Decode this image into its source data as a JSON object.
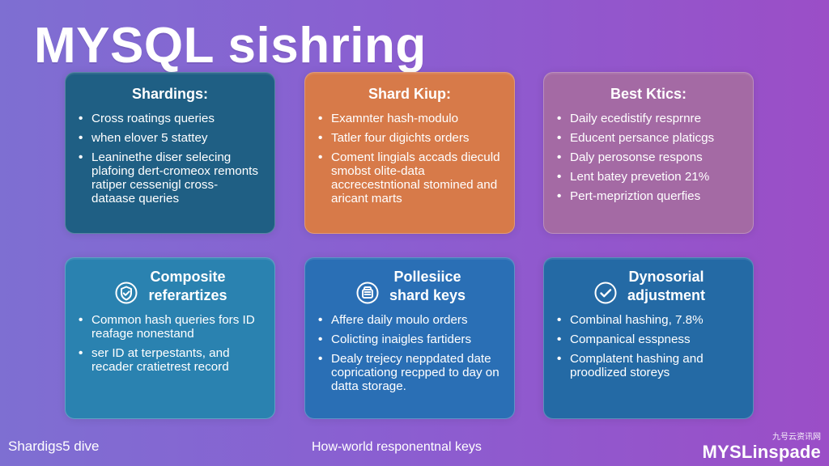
{
  "header": {
    "title": "MYSQL sishring"
  },
  "colors": {
    "card_1": "#1f5f84",
    "card_2": "#d77a49",
    "card_3": "#a46aa4",
    "card_4": "#2a82b0",
    "card_5": "#2a6fb5",
    "card_6": "#246aa5"
  },
  "cards": [
    {
      "title": "Shardings:",
      "bullets": [
        "Cross roatings queries",
        "when elover 5 stattey",
        "Leaninethe diser selecing plafoing dert-cromeox remonts ratiper cessenigl cross-dataase queries"
      ]
    },
    {
      "title": "Shard Kiup:",
      "bullets": [
        "Examnter hash-modulo",
        "Tatler four digichts orders",
        "Coment lingials accads dieculd smobst olite-data accrecestntional stomined and aricant marts"
      ]
    },
    {
      "title": "Best Ktics:",
      "bullets": [
        "Daily ecedistify resprnre",
        "Educent persance platicgs",
        "Daly perosonse respons",
        "Lent batey prevetion 21%",
        "Pert-mepriztion querfies"
      ]
    },
    {
      "title_lines": [
        "Composite",
        "referartizes"
      ],
      "icon": "shield-check-icon",
      "bullets": [
        "Common hash queries fors ID reafage nonestand",
        "ser ID at terpestants, and recader cratietrest record"
      ]
    },
    {
      "title_lines": [
        "Pollesiice",
        "shard keys"
      ],
      "icon": "database-sign-icon",
      "bullets": [
        "Affere daily moulo orders",
        "Colicting inaigles fartiders",
        "Dealy trejecy neppdated date copricationg recpped to day on datta storage."
      ]
    },
    {
      "title_lines": [
        "Dynosorial",
        "adjustment"
      ],
      "icon": "check-circle-icon",
      "bullets": [
        "Combinal hashing, 7.8%",
        "Companical esspness",
        "Complatent hashing and proodlized storeys"
      ]
    }
  ],
  "footer": {
    "left": "Shardigs5 dive",
    "center": "How-world responentnal keys",
    "watermark_small": "九号云资讯网",
    "watermark_main": "MYSLinspade"
  }
}
